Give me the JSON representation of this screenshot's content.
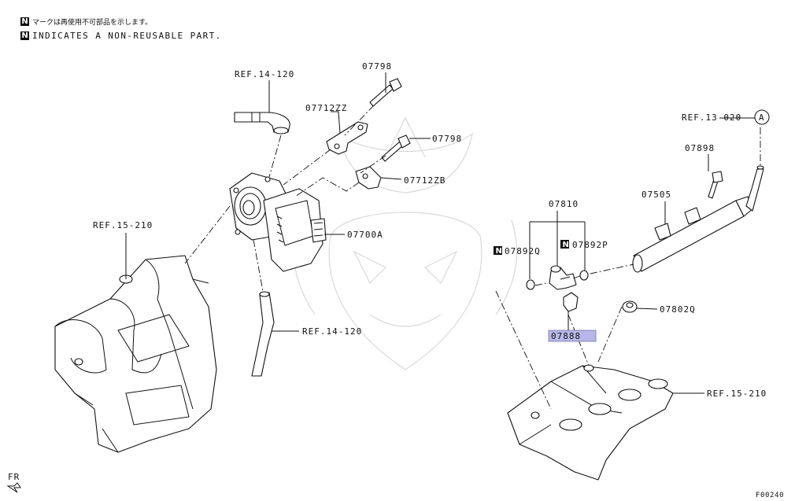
{
  "notes": {
    "jp_text": "マークは再使用不可部品を示します。",
    "en_text": "INDICATES A NON-REUSABLE PART.",
    "marker": "N"
  },
  "refs": {
    "ref_14_120_top": "REF.14-120",
    "ref_14_120_bottom": "REF.14-120",
    "ref_15_210_left": "REF.15-210",
    "ref_15_210_right": "REF.15-210",
    "ref_13_020": "REF.13-020",
    "circle_a": "A"
  },
  "parts": {
    "p07798_top": "07798",
    "p07798_mid": "07798",
    "p07712ZZ": "07712ZZ",
    "p07712ZB": "07712ZB",
    "p07700A": "07700A",
    "p07810": "07810",
    "p07892Q": "07892Q",
    "p07892P": "07892P",
    "p07888": "07888",
    "p07802Q": "07802Q",
    "p07505": "07505",
    "p07898": "07898"
  },
  "highlight": {
    "part": "07888",
    "color": "#b8b8e8"
  },
  "footer": {
    "fr": "FR",
    "code": "F00240"
  }
}
